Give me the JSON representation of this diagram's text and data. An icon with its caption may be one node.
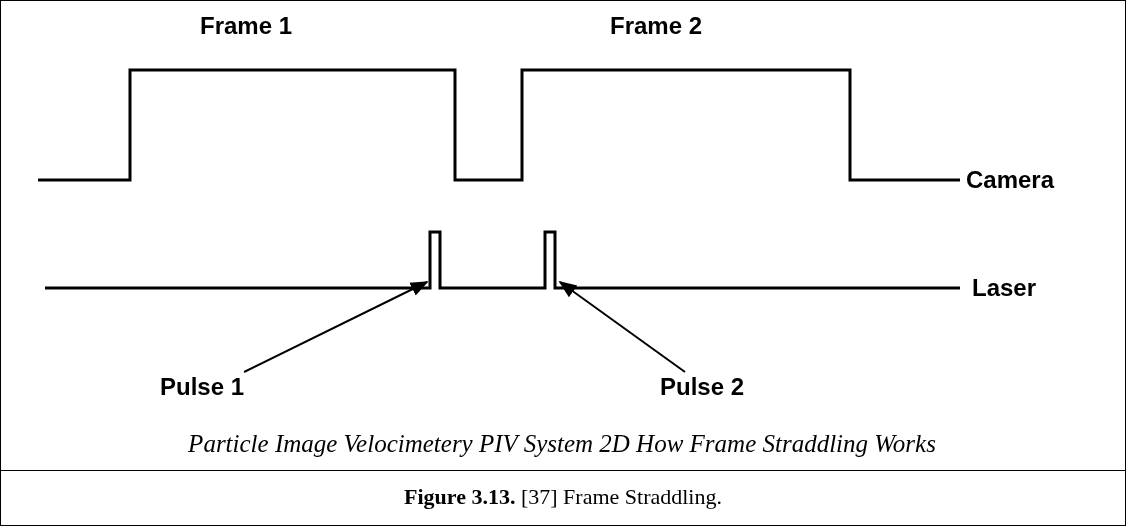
{
  "diagram": {
    "caption": "**Figure 3.13.** [37] Frame Straddling.",
    "nodes": [
      {
        "text": [
          "Pulse 1"
        ]
      },
      {
        "text": [
          "Pulse 2"
        ]
      }
    ],
    "edges": [
      {
        "from": 0,
        "to": null,
        "arrow": "to"
      },
      {
        "from": 1,
        "to": null,
        "arrow": "to"
      }
    ],
    "labels": [
      "Frame 1",
      "Frame 2",
      "Camera",
      "Laser",
      "Particle Image Velocimetery PIV System 2D How Frame Straddling Works"
    ]
  }
}
